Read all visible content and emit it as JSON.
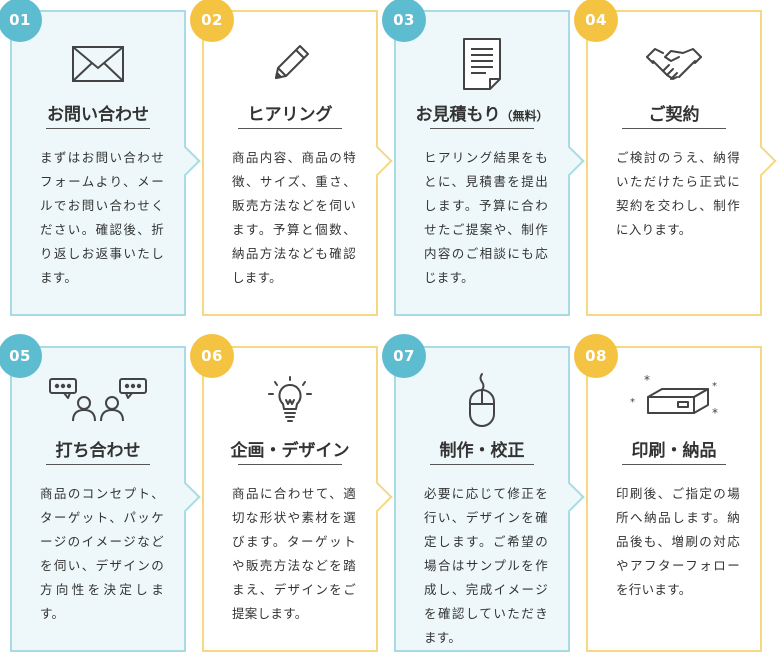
{
  "steps": [
    {
      "num": "01",
      "icon": "envelope-icon",
      "title": "お問い合わせ",
      "desc": "まずはお問い合わせフォームより、メールでお問い合わせください。確認後、折り返しお返事いたします。"
    },
    {
      "num": "02",
      "icon": "pencil-icon",
      "title": "ヒアリング",
      "desc": "商品内容、商品の特徴、サイズ、重さ、販売方法などを伺います。予算と個数、納品方法なども確認します。"
    },
    {
      "num": "03",
      "icon": "document-icon",
      "title": "お見積もり",
      "title_small": "（無料）",
      "desc": "ヒアリング結果をもとに、見積書を提出します。予算に合わせたご提案や、制作内容のご相談にも応じます。"
    },
    {
      "num": "04",
      "icon": "handshake-icon",
      "title": "ご契約",
      "desc": "ご検討のうえ、納得いただけたら正式に契約を交わし、制作に入ります。"
    },
    {
      "num": "05",
      "icon": "chat-people-icon",
      "title": "打ち合わせ",
      "desc": "商品のコンセプト、ターゲット、パッケージのイメージなどを伺い、デザインの方向性を決定します。"
    },
    {
      "num": "06",
      "icon": "lightbulb-icon",
      "title": "企画・デザイン",
      "desc": "商品に合わせて、適切な形状や素材を選びます。ターゲットや販売方法などを踏まえ、デザインをご提案します。"
    },
    {
      "num": "07",
      "icon": "mouse-icon",
      "title": "制作・校正",
      "desc": "必要に応じて修正を行い、デザインを確定します。ご希望の場合はサンプルを作成し、完成イメージを確認していただきます。"
    },
    {
      "num": "08",
      "icon": "package-icon",
      "title": "印刷・納品",
      "desc": "印刷後、ご指定の場所へ納品します。納品後も、増刷の対応やアフターフォローを行います。"
    }
  ]
}
